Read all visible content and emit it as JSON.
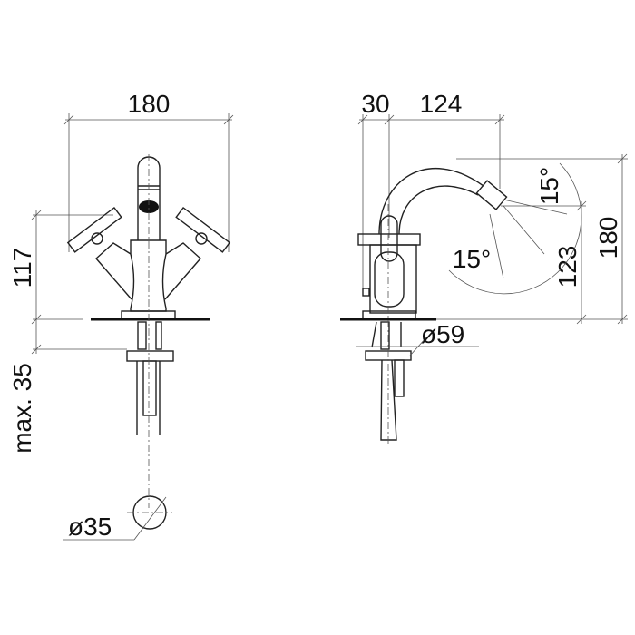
{
  "front_view": {
    "width_label": "180",
    "height_label": "117",
    "below_label": "max. 35",
    "hole_label": "ø35"
  },
  "side_view": {
    "offset_label": "30",
    "reach_label": "124",
    "angle_up_label": "15°",
    "angle_down_label": "15°",
    "outlet_height_label": "123",
    "total_height_label": "180",
    "rosette_label": "ø59"
  },
  "colors": {
    "line": "#222222",
    "background": "#ffffff"
  }
}
